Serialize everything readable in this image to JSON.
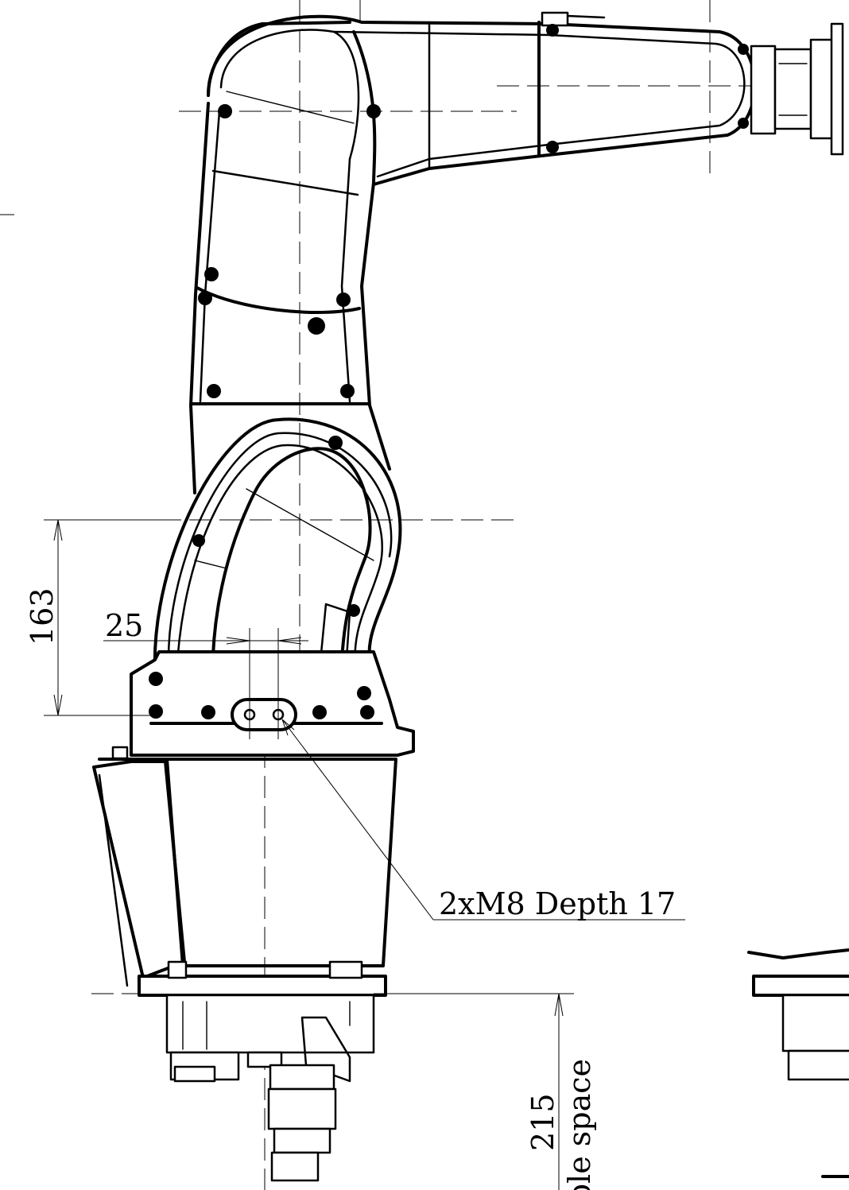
{
  "drawing": {
    "dimension_height_joint": "163",
    "dimension_hole_spacing": "25",
    "hole_callout": "2xM8 Depth 17",
    "dimension_cable": "215",
    "cable_space_label": "Cable space"
  }
}
